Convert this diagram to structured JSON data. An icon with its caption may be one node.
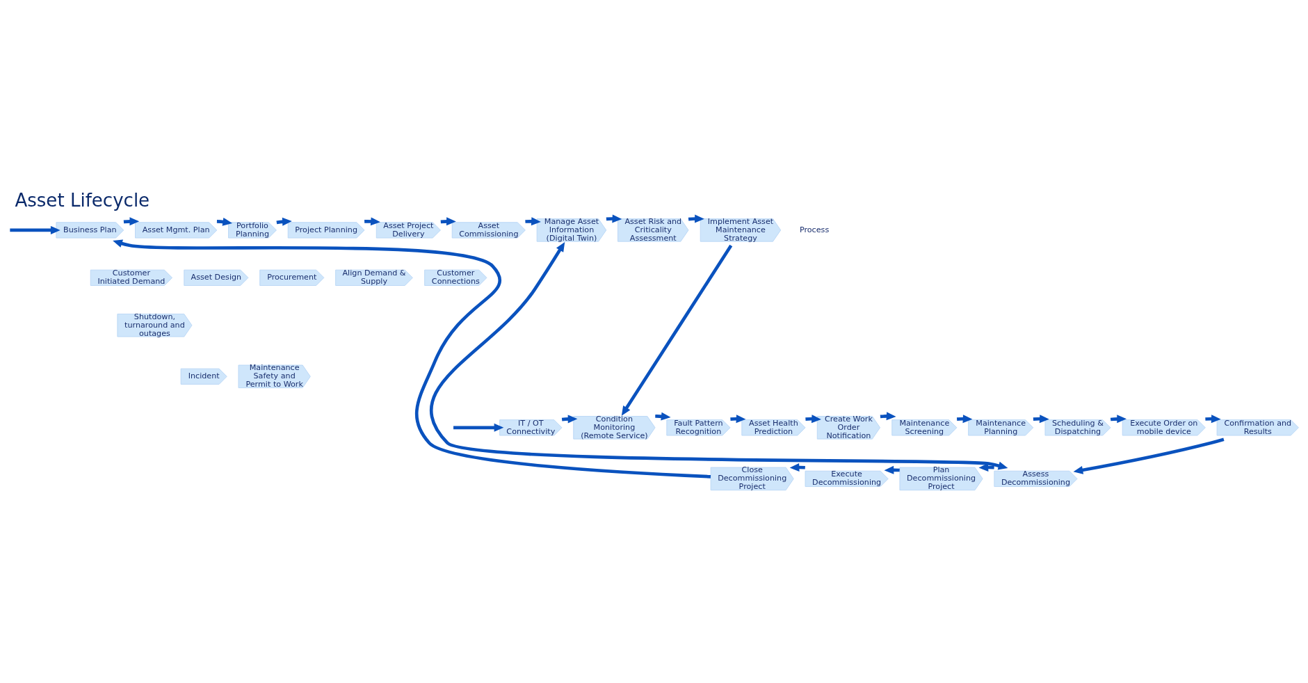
{
  "diagram": {
    "title": "Asset Lifecycle",
    "nodes": [
      {
        "text": [
          "Business Plan"
        ]
      },
      {
        "text": [
          "Asset Mgmt. Plan"
        ]
      },
      {
        "text": [
          "Portfolio Planning"
        ]
      },
      {
        "text": [
          "Project Planning"
        ]
      },
      {
        "text": [
          "Asset Project Delivery"
        ]
      },
      {
        "text": [
          "Asset Commissioning"
        ]
      },
      {
        "text": [
          "Manage Asset Information (Digital Twin)"
        ]
      },
      {
        "text": [
          "Asset Risk and Criticality Assessment"
        ]
      },
      {
        "text": [
          "Implement Asset Maintenance Strategy"
        ]
      },
      {
        "text": [
          "Customer Initiated Demand"
        ]
      },
      {
        "text": [
          "Asset Design"
        ]
      },
      {
        "text": [
          "Procurement"
        ]
      },
      {
        "text": [
          "Align Demand & Supply"
        ]
      },
      {
        "text": [
          "Customer Connections"
        ]
      },
      {
        "text": [
          "Shutdown, turnaround and outages"
        ]
      },
      {
        "text": [
          "Incident"
        ]
      },
      {
        "text": [
          "Maintenance Safety and Permit to Work"
        ]
      },
      {
        "text": [
          "IT / OT Connectivity"
        ]
      },
      {
        "text": [
          "Condition Monitoring (Remote Service)"
        ]
      },
      {
        "text": [
          "Fault Pattern Recognition"
        ]
      },
      {
        "text": [
          "Asset Health Prediction"
        ]
      },
      {
        "text": [
          "Create Work Order Notification"
        ]
      },
      {
        "text": [
          "Maintenance Screening"
        ]
      },
      {
        "text": [
          "Maintenance Planning"
        ]
      },
      {
        "text": [
          "Scheduling & Dispatching"
        ]
      },
      {
        "text": [
          "Execute Order on mobile device"
        ]
      },
      {
        "text": [
          "Confirmation and Results"
        ]
      },
      {
        "text": [
          "Close Decommissioning Project"
        ]
      },
      {
        "text": [
          "Execute Decommissioning"
        ]
      },
      {
        "text": [
          "Plan Decommissioning Project"
        ]
      },
      {
        "text": [
          "Assess Decommissioning"
        ]
      }
    ],
    "edges": [
      {
        "from": null,
        "to": 0,
        "arrow": "to"
      },
      {
        "from": 0,
        "to": 1,
        "arrow": "to"
      },
      {
        "from": 1,
        "to": 2,
        "arrow": "to"
      },
      {
        "from": 2,
        "to": 3,
        "arrow": "to"
      },
      {
        "from": 3,
        "to": 4,
        "arrow": "to"
      },
      {
        "from": 4,
        "to": 5,
        "arrow": "to"
      },
      {
        "from": 5,
        "to": 6,
        "arrow": "to"
      },
      {
        "from": 6,
        "to": 7,
        "arrow": "to"
      },
      {
        "from": 7,
        "to": 8,
        "arrow": "to"
      },
      {
        "from": 8,
        "to": 18,
        "arrow": "to"
      },
      {
        "from": 6,
        "to": 30,
        "arrow": "both"
      },
      {
        "from": null,
        "to": 17,
        "arrow": "to"
      },
      {
        "from": 17,
        "to": 18,
        "arrow": "to"
      },
      {
        "from": 18,
        "to": 19,
        "arrow": "to"
      },
      {
        "from": 19,
        "to": 20,
        "arrow": "to"
      },
      {
        "from": 20,
        "to": 21,
        "arrow": "to"
      },
      {
        "from": 21,
        "to": 22,
        "arrow": "to"
      },
      {
        "from": 22,
        "to": 23,
        "arrow": "to"
      },
      {
        "from": 23,
        "to": 24,
        "arrow": "to"
      },
      {
        "from": 24,
        "to": 25,
        "arrow": "to"
      },
      {
        "from": 25,
        "to": 26,
        "arrow": "to"
      },
      {
        "from": 26,
        "to": 30,
        "arrow": "to"
      },
      {
        "from": 30,
        "to": 29,
        "arrow": "to"
      },
      {
        "from": 29,
        "to": 28,
        "arrow": "to"
      },
      {
        "from": 28,
        "to": 27,
        "arrow": "to"
      },
      {
        "from": 27,
        "to": 0,
        "arrow": "to"
      }
    ],
    "legend": [
      {
        "text": "Process"
      }
    ]
  }
}
